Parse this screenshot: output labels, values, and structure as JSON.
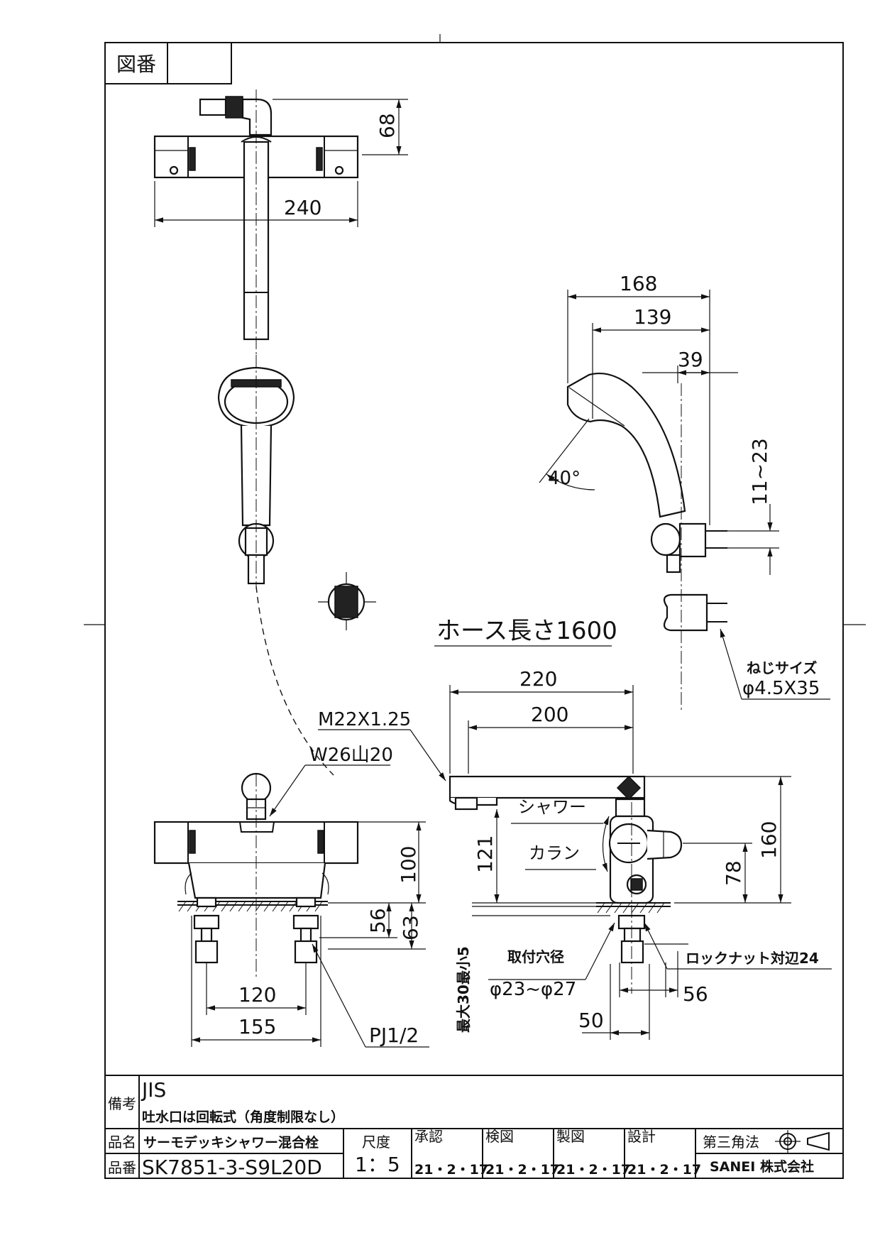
{
  "drawing_number_label": "図番",
  "drawing_number_value": "",
  "top_view": {
    "dim_height": "68",
    "dim_width": "240"
  },
  "side_view": {
    "dim_168": "168",
    "dim_139": "139",
    "dim_39": "39",
    "dim_range": "11~23",
    "angle": "40°"
  },
  "hose_length": "ホース長さ1600",
  "screw_size": {
    "label": "ねじサイズ",
    "value": "φ4.5X35"
  },
  "front_view": {
    "thread_m22": "M22X1.25",
    "thread_w26": "W26山20",
    "dim_100": "100",
    "dim_63": "63",
    "dim_56": "56",
    "dim_120": "120",
    "dim_155": "155",
    "pipe": "PJ1/2"
  },
  "right_view": {
    "dim_220": "220",
    "dim_200": "200",
    "dim_160": "160",
    "dim_121": "121",
    "dim_78": "78",
    "dim_56": "56",
    "dim_50": "50",
    "shower": "シャワー",
    "faucet": "カラン",
    "hole_label": "取付穴径",
    "hole_value": "φ23~φ27",
    "thickness": "最大30最小5",
    "locknut": "ロックナット対辺24"
  },
  "title_block": {
    "remarks_label": "備考",
    "remarks_line1": "JIS",
    "remarks_line2": "吐水口は回転式（角度制限なし）",
    "product_name_label": "品名",
    "product_name": "サーモデッキシャワー混合栓",
    "product_number_label": "品番",
    "product_number": "SK7851-3-S9L20D",
    "scale_label": "尺度",
    "scale_value": "1：5",
    "approved_label": "承認",
    "approved_date": "21・2・17",
    "checked_label": "検図",
    "checked_date": "21・2・17",
    "drawn_label": "製図",
    "drawn_date": "21・2・17",
    "design_label": "設計",
    "design_date": "21・2・17",
    "projection": "第三角法",
    "company": "SANEI 株式会社"
  }
}
